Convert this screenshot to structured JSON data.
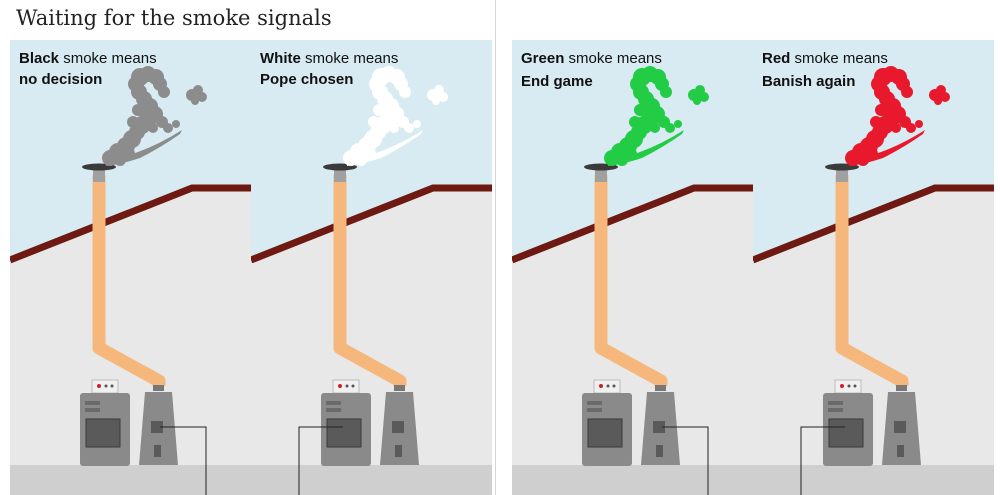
{
  "title": "Waiting for the smoke signals",
  "colors": {
    "sky": "#d8ebf2",
    "wall": "#e8e8e8",
    "floor": "#cfcfcf",
    "roof": "#6e1a12",
    "pipe": "#f6b77d",
    "stove": "#8a8a8a",
    "stove_dark": "#5a5a5a"
  },
  "panels": [
    {
      "highlight": "Black",
      "rest": " smoke means",
      "meaning": "no decision",
      "smoke_color": "#8c8c8c",
      "pointer": "right"
    },
    {
      "highlight": "White",
      "rest": " smoke means",
      "meaning": "Pope chosen",
      "smoke_color": "#ffffff",
      "pointer": "left"
    },
    {
      "highlight": "Green",
      "rest": " smoke means",
      "meaning": "End game",
      "smoke_color": "#22cc44",
      "pointer": "right"
    },
    {
      "highlight": "Red",
      "rest": " smoke means",
      "meaning": "Banish again",
      "smoke_color": "#e8192c",
      "pointer": "left"
    }
  ]
}
